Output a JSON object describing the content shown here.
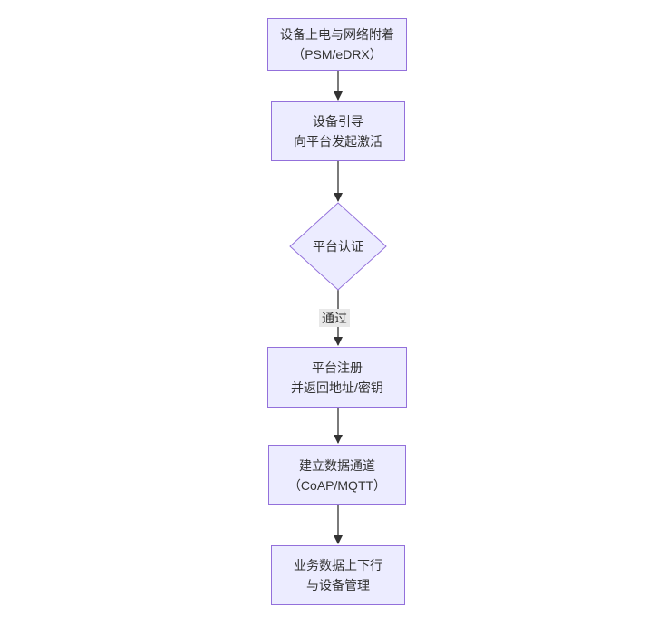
{
  "diagram": {
    "type": "flowchart-vertical",
    "colors": {
      "background": "#ffffff",
      "node_fill": "#ECECFF",
      "node_border": "#9370DB",
      "text": "#333333",
      "arrow": "#333333",
      "edge_label_bg": "#e8e8e8"
    },
    "nodes": [
      {
        "id": "power-attach",
        "shape": "rect",
        "lines": [
          "设备上电与网络附着",
          "（PSM/eDRX）"
        ]
      },
      {
        "id": "bootstrap",
        "shape": "rect",
        "lines": [
          "设备引导",
          "向平台发起激活"
        ]
      },
      {
        "id": "platform-auth",
        "shape": "diamond",
        "lines": [
          "平台认证"
        ]
      },
      {
        "id": "register",
        "shape": "rect",
        "lines": [
          "平台注册",
          "并返回地址/密钥"
        ]
      },
      {
        "id": "data-channel",
        "shape": "rect",
        "lines": [
          "建立数据通道",
          "（CoAP/MQTT）"
        ]
      },
      {
        "id": "business",
        "shape": "rect",
        "lines": [
          "业务数据上下行",
          "与设备管理"
        ]
      }
    ],
    "edges": [
      {
        "from": "power-attach",
        "to": "bootstrap",
        "label": ""
      },
      {
        "from": "bootstrap",
        "to": "platform-auth",
        "label": ""
      },
      {
        "from": "platform-auth",
        "to": "register",
        "label": "通过"
      },
      {
        "from": "register",
        "to": "data-channel",
        "label": ""
      },
      {
        "from": "data-channel",
        "to": "business",
        "label": ""
      }
    ],
    "edge_label_pass": "通过"
  }
}
